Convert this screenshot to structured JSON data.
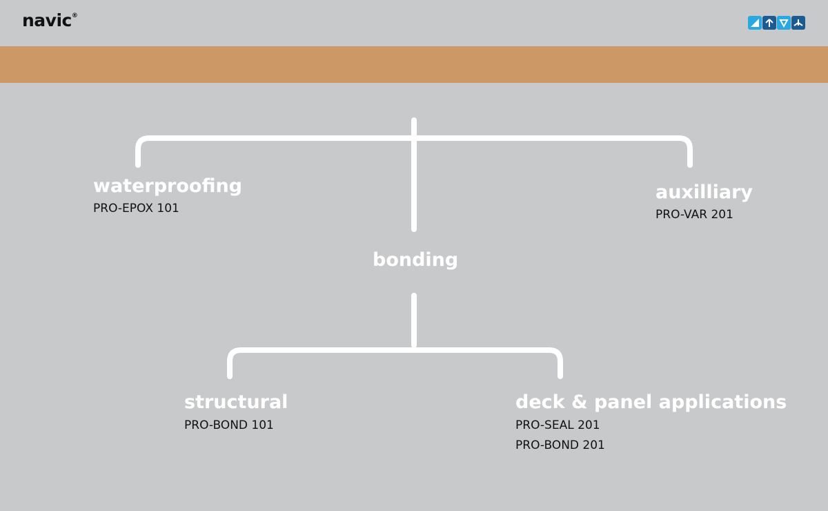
{
  "header": {
    "logo": "navic",
    "logo_mark": "®",
    "nav_icons": [
      {
        "name": "ramp-icon",
        "color": "#29a9e1"
      },
      {
        "name": "arrow-up-icon",
        "color": "#1c5a94"
      },
      {
        "name": "triangle-down-icon",
        "color": "#29a9e1"
      },
      {
        "name": "roof-icon",
        "color": "#1c5a94"
      }
    ]
  },
  "band": {
    "color": "#cc9966"
  },
  "diagram": {
    "line_color": "#ffffff",
    "center": {
      "label": "bonding"
    },
    "nodes": {
      "waterproofing": {
        "title": "waterproofing",
        "products": [
          "PRO-EPOX 101"
        ]
      },
      "auxilliary": {
        "title": "auxilliary",
        "products": [
          "PRO-VAR 201"
        ]
      },
      "structural": {
        "title": "structural",
        "products": [
          "PRO-BOND 101"
        ]
      },
      "deck": {
        "title": "deck & panel applications",
        "products": [
          "PRO-SEAL 201",
          "PRO-BOND 201"
        ]
      }
    }
  }
}
